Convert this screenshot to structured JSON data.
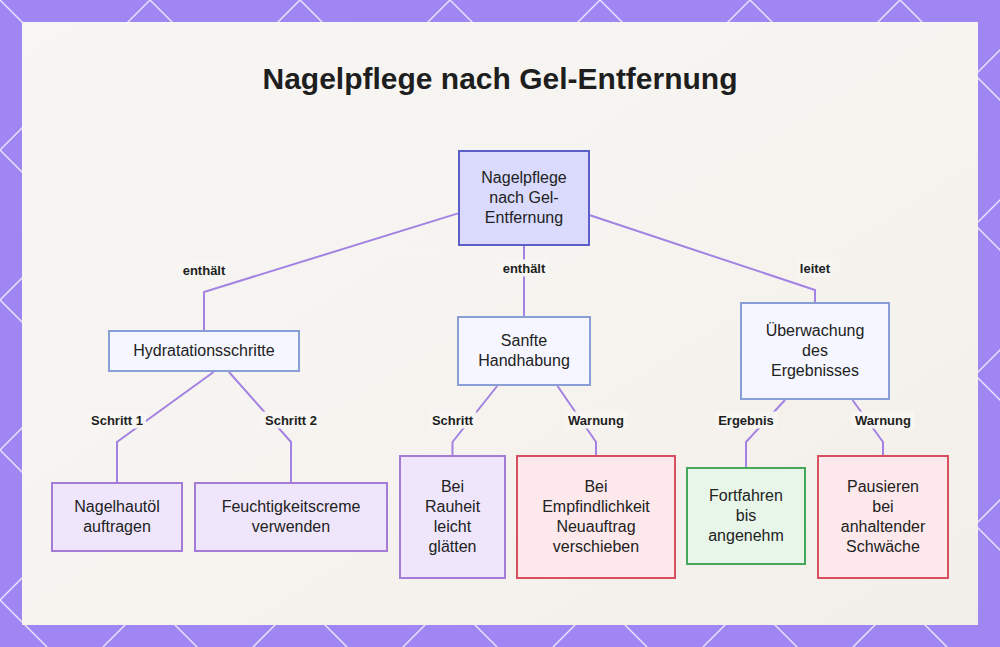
{
  "diagram": {
    "title": "Nagelpflege nach Gel-Entfernung",
    "nodes": [
      {
        "text": [
          "Nagelpflege nach Gel-Entfernung"
        ]
      },
      {
        "text": [
          "Hydratationsschritte"
        ]
      },
      {
        "text": [
          "Sanfte Handhabung"
        ]
      },
      {
        "text": [
          "Überwachung des Ergebnisses"
        ]
      },
      {
        "text": [
          "Nagelhautöl auftragen"
        ]
      },
      {
        "text": [
          "Feuchtigkeitscreme verwenden"
        ]
      },
      {
        "text": [
          "Bei Rauheit leicht glätten"
        ]
      },
      {
        "text": [
          "Bei Empfindlichkeit Neuauftrag verschieben"
        ]
      },
      {
        "text": [
          "Fortfahren bis angenehm"
        ]
      },
      {
        "text": [
          "Pausieren bei anhaltender Schwäche"
        ]
      }
    ],
    "edges": [
      {
        "from": 0,
        "to": 1,
        "label": "enthält",
        "arrow": "none"
      },
      {
        "from": 0,
        "to": 2,
        "label": "enthält",
        "arrow": "none"
      },
      {
        "from": 0,
        "to": 3,
        "label": "leitet",
        "arrow": "none"
      },
      {
        "from": 1,
        "to": 4,
        "label": "Schritt 1",
        "arrow": "none"
      },
      {
        "from": 1,
        "to": 5,
        "label": "Schritt 2",
        "arrow": "none"
      },
      {
        "from": 2,
        "to": 6,
        "label": "Schritt",
        "arrow": "none"
      },
      {
        "from": 2,
        "to": 7,
        "label": "Warnung",
        "arrow": "none"
      },
      {
        "from": 3,
        "to": 8,
        "label": "Ergebnis",
        "arrow": "none"
      },
      {
        "from": 3,
        "to": 9,
        "label": "Warnung",
        "arrow": "none"
      }
    ]
  }
}
